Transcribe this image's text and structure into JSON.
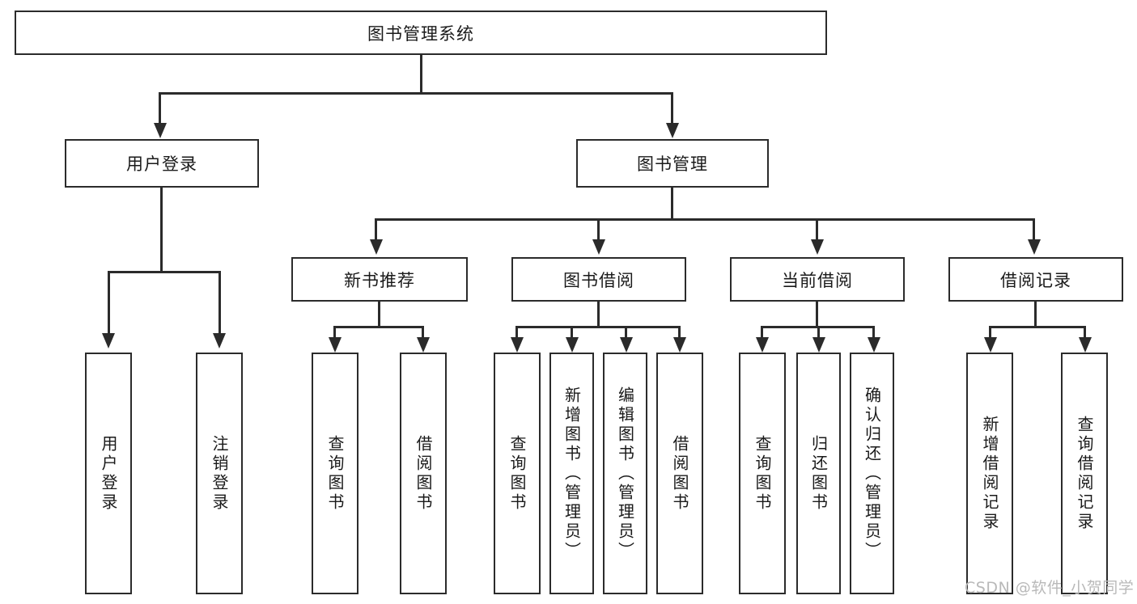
{
  "diagram": {
    "title": "图书管理系统",
    "root": {
      "label": "图书管理系统"
    },
    "level1": [
      {
        "label": "用户登录"
      },
      {
        "label": "图书管理"
      }
    ],
    "level2": [
      {
        "label": "新书推荐"
      },
      {
        "label": "图书借阅"
      },
      {
        "label": "当前借阅"
      },
      {
        "label": "借阅记录"
      }
    ],
    "leaves": {
      "user_login": [
        {
          "label": "用户登录"
        },
        {
          "label": "注销登录"
        }
      ],
      "new_book_recommend": [
        {
          "label": "查询图书"
        },
        {
          "label": "借阅图书"
        }
      ],
      "book_borrow": [
        {
          "label": "查询图书"
        },
        {
          "label": "新增图书（管理员）"
        },
        {
          "label": "编辑图书（管理员）"
        },
        {
          "label": "借阅图书"
        }
      ],
      "current_borrow": [
        {
          "label": "查询图书"
        },
        {
          "label": "归还图书"
        },
        {
          "label": "确认归还（管理员）"
        }
      ],
      "borrow_record": [
        {
          "label": "新增借阅记录"
        },
        {
          "label": "查询借阅记录"
        }
      ]
    }
  },
  "watermark": {
    "text": "CSDN @软件_小贺同学"
  },
  "colors": {
    "line": "#2b2b2b",
    "text": "#1a1a1a",
    "background": "#ffffff",
    "watermark": "#b9b9b9"
  }
}
